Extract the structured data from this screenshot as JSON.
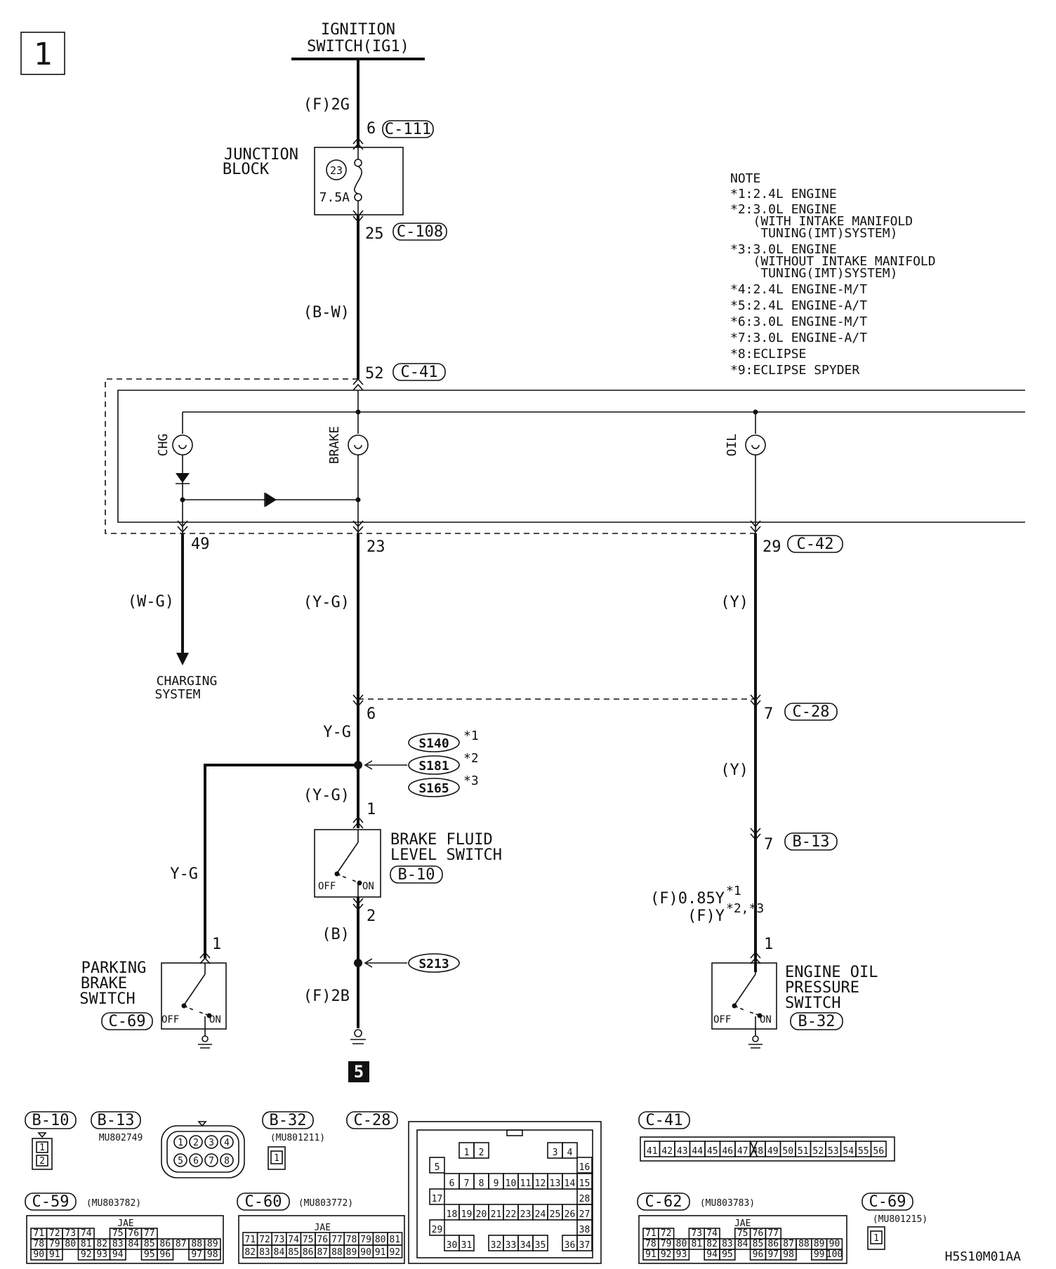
{
  "page_number": "1",
  "circuit_id": "5",
  "drawing_code": "H5S10M01AA",
  "top": {
    "line1": "IGNITION",
    "line2": "SWITCH(IG1)"
  },
  "wires": {
    "f2g": "(F)2G",
    "bw": "(B-W)",
    "wg": "(W-G)",
    "yg_paren": "(Y-G)",
    "y": "(Y)",
    "yg": "Y-G",
    "b": "(B)",
    "f2b": "(F)2B",
    "f085y": "(F)0.85Y",
    "f085y_note": "*1",
    "fy": "(F)Y",
    "fy_note": "*2,*3"
  },
  "connectors": {
    "c111": {
      "pin": "6",
      "name": "C-111"
    },
    "c108": {
      "pin": "25",
      "name": "C-108"
    },
    "c41": {
      "pin": "52",
      "name": "C-41"
    },
    "c42": {
      "pin": "29",
      "name": "C-42"
    },
    "pin49": "49",
    "pin23": "23",
    "c28_left_pin": "6",
    "c28": {
      "pin": "7",
      "name": "C-28"
    },
    "b13": {
      "pin": "7",
      "name": "B-13"
    }
  },
  "junction_block": {
    "line1": "JUNCTION",
    "line2": "BLOCK",
    "fuse_no": "23",
    "fuse_rating": "7.5A"
  },
  "lamps": {
    "chg": "CHG",
    "brake": "BRAKE",
    "oil": "OIL"
  },
  "charging_system": {
    "line1": "CHARGING",
    "line2": "SYSTEM"
  },
  "splices": [
    {
      "id": "S140",
      "note": "*1"
    },
    {
      "id": "S181",
      "note": "*2"
    },
    {
      "id": "S165",
      "note": "*3"
    },
    {
      "id": "S213",
      "note": ""
    }
  ],
  "brake_fluid_switch": {
    "line1": "BRAKE FLUID",
    "line2": "LEVEL SWITCH",
    "connector": "B-10",
    "pin_top": "1",
    "pin_bottom": "2",
    "off": "OFF",
    "on": "ON"
  },
  "parking_brake_switch": {
    "line1": "PARKING",
    "line2": "BRAKE",
    "line3": "SWITCH",
    "connector": "C-69",
    "pin": "1",
    "off": "OFF",
    "on": "ON"
  },
  "oil_pressure_switch": {
    "line1": "ENGINE OIL",
    "line2": "PRESSURE",
    "line3": "SWITCH",
    "connector": "B-32",
    "pin": "1",
    "off": "OFF",
    "on": "ON"
  },
  "notes": {
    "title": "NOTE",
    "lines": [
      "*1:2.4L ENGINE",
      "*2:3.0L ENGINE",
      "   (WITH INTAKE MANIFOLD",
      "    TUNING(IMT)SYSTEM)",
      "*3:3.0L ENGINE",
      "   (WITHOUT INTAKE MANIFOLD",
      "    TUNING(IMT)SYSTEM)",
      "*4:2.4L ENGINE-M/T",
      "*5:2.4L ENGINE-A/T",
      "*6:3.0L ENGINE-M/T",
      "*7:3.0L ENGINE-A/T",
      "*8:ECLIPSE",
      "*9:ECLIPSE SPYDER"
    ]
  },
  "legend": {
    "b10": {
      "name": "B-10",
      "pins": [
        "1",
        "2"
      ]
    },
    "b13": {
      "name": "B-13",
      "part": "MU802749",
      "pins": [
        "1",
        "2",
        "3",
        "4",
        "5",
        "6",
        "7",
        "8"
      ]
    },
    "b32": {
      "name": "B-32",
      "part": "(MU801211)",
      "pins": [
        "1"
      ]
    },
    "c28": {
      "name": "C-28",
      "pins": [
        "1",
        "2",
        "3",
        "4",
        "5",
        "6",
        "7",
        "8",
        "9",
        "10",
        "11",
        "12",
        "13",
        "14",
        "15",
        "16",
        "17",
        "18",
        "19",
        "20",
        "21",
        "22",
        "23",
        "24",
        "25",
        "26",
        "27",
        "28",
        "29",
        "30",
        "31",
        "32",
        "33",
        "34",
        "35",
        "36",
        "37",
        "38"
      ]
    },
    "c41": {
      "name": "C-41",
      "pins": [
        "41",
        "42",
        "43",
        "44",
        "45",
        "46",
        "47",
        "48",
        "49",
        "50",
        "51",
        "52",
        "53",
        "54",
        "55",
        "56"
      ]
    },
    "c59": {
      "name": "C-59",
      "part": "(MU803782)",
      "maker": "JAE",
      "rows": [
        [
          "71",
          "72",
          "73",
          "74",
          "",
          "75",
          "76",
          "77"
        ],
        [
          "78",
          "79",
          "80",
          "81",
          "82",
          "83",
          "84",
          "85",
          "86",
          "87",
          "88",
          "89"
        ],
        [
          "90",
          "91",
          "",
          "92",
          "93",
          "94",
          "",
          "95",
          "96",
          "",
          "97",
          "98"
        ]
      ]
    },
    "c60": {
      "name": "C-60",
      "part": "(MU803772)",
      "maker": "JAE",
      "rows": [
        [
          "71",
          "72",
          "73",
          "74",
          "75",
          "76",
          "77",
          "78",
          "79",
          "80",
          "81"
        ],
        [
          "82",
          "83",
          "84",
          "85",
          "86",
          "87",
          "88",
          "89",
          "90",
          "91",
          "92"
        ]
      ]
    },
    "c62": {
      "name": "C-62",
      "part": "(MU803783)",
      "maker": "JAE",
      "rows": [
        [
          "71",
          "72",
          "",
          "73",
          "74",
          "",
          "75",
          "76",
          "77"
        ],
        [
          "78",
          "79",
          "80",
          "81",
          "82",
          "83",
          "84",
          "85",
          "86",
          "87",
          "88",
          "89",
          "90"
        ],
        [
          "91",
          "92",
          "93",
          "",
          "94",
          "95",
          "",
          "96",
          "97",
          "98",
          "",
          "99",
          "100"
        ]
      ]
    },
    "c69": {
      "name": "C-69",
      "part": "(MU801215)",
      "pins": [
        "1"
      ]
    }
  }
}
